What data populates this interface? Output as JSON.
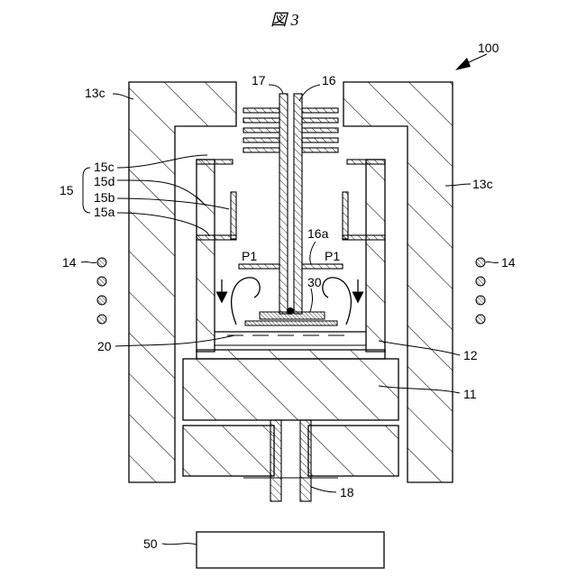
{
  "figure": {
    "title": "図 3"
  },
  "labels": {
    "l100": "100",
    "l13c_left": "13c",
    "l13c_right": "13c",
    "l17": "17",
    "l16": "16",
    "l16a": "16a",
    "l15": "15",
    "l15c": "15c",
    "l15d": "15d",
    "l15b": "15b",
    "l15a": "15a",
    "l14_left": "14",
    "l14_right": "14",
    "lP1_left": "P1",
    "lP1_right": "P1",
    "l30": "30",
    "l20": "20",
    "l12": "12",
    "l11": "11",
    "l18": "18",
    "l50": "50"
  }
}
